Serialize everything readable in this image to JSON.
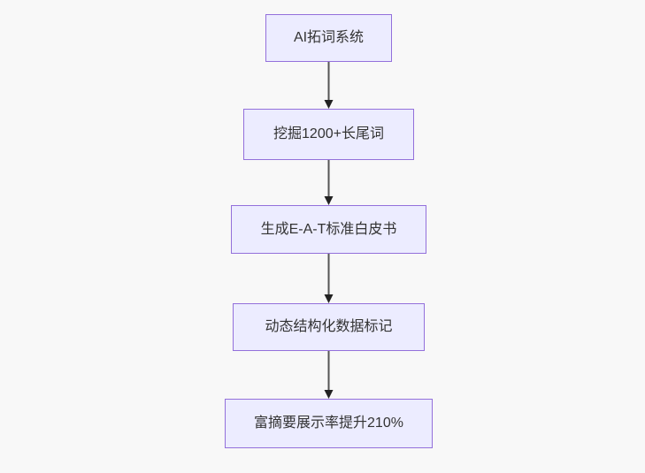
{
  "diagram": {
    "type": "flowchart",
    "direction": "top-down",
    "nodes": [
      {
        "id": "n1",
        "label": "AI拓词系统"
      },
      {
        "id": "n2",
        "label": "挖掘1200+长尾词"
      },
      {
        "id": "n3",
        "label": "生成E-A-T标准白皮书"
      },
      {
        "id": "n4",
        "label": "动态结构化数据标记"
      },
      {
        "id": "n5",
        "label": "富摘要展示率提升210%"
      }
    ],
    "edges": [
      {
        "from": "n1",
        "to": "n2"
      },
      {
        "from": "n2",
        "to": "n3"
      },
      {
        "from": "n3",
        "to": "n4"
      },
      {
        "from": "n4",
        "to": "n5"
      }
    ]
  },
  "colors": {
    "background": "#f8f8f8",
    "node_fill": "#ececff",
    "node_border": "#9370db",
    "edge_line": "#555555",
    "arrow_head": "#222222",
    "text": "#333333"
  }
}
